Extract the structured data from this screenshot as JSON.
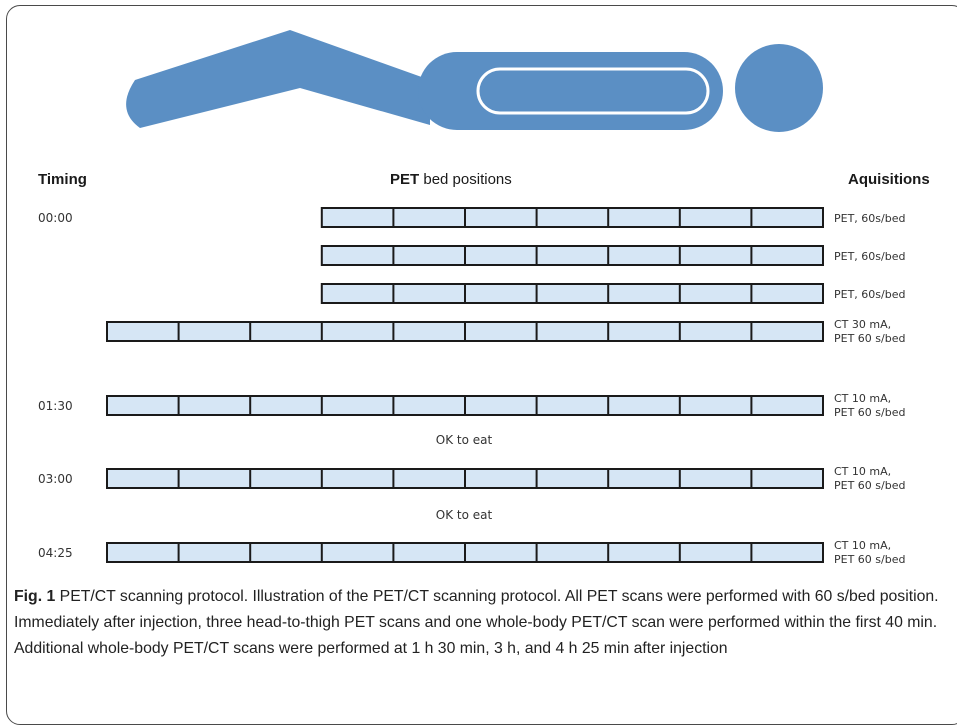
{
  "headers": {
    "timing": "Timing",
    "bed_positions_bold": "PET",
    "bed_positions_rest": " bed positions",
    "acquisitions": "Aquisitions"
  },
  "rows": [
    {
      "time": "00:00",
      "acq": [
        "PET, 60s/bed"
      ],
      "beds": 7
    },
    {
      "time": "",
      "acq": [
        "PET, 60s/bed"
      ],
      "beds": 7
    },
    {
      "time": "",
      "acq": [
        "PET, 60s/bed"
      ],
      "beds": 7
    },
    {
      "time": "",
      "acq": [
        "CT 30 mA,",
        "PET 60 s/bed"
      ],
      "beds": 10
    },
    {
      "time": "01:30",
      "acq": [
        "CT 10 mA,",
        "PET 60 s/bed"
      ],
      "beds": 10
    },
    {
      "time": "03:00",
      "acq": [
        "CT 10 mA,",
        "PET 60 s/bed"
      ],
      "beds": 10
    },
    {
      "time": "04:25",
      "acq": [
        "CT 10 mA,",
        "PET 60 s/bed"
      ],
      "beds": 10
    }
  ],
  "notes": [
    "OK to eat",
    "OK to eat"
  ],
  "caption": {
    "label": "Fig. 1",
    "text": " PET/CT scanning protocol. Illustration of the PET/CT scanning protocol. All PET scans were performed with 60 s/bed position. Immediately after injection, three head-to-thigh PET scans and one whole-body PET/CT scan were performed within the first 40 min. Additional whole-body PET/CT scans were performed at 1 h 30 min, 3 h, and 4 h 25 min after injection"
  },
  "colors": {
    "body": "#5b8fc4",
    "bed_fill": "#d6e6f5",
    "bed_stroke": "#1a1a1a"
  }
}
